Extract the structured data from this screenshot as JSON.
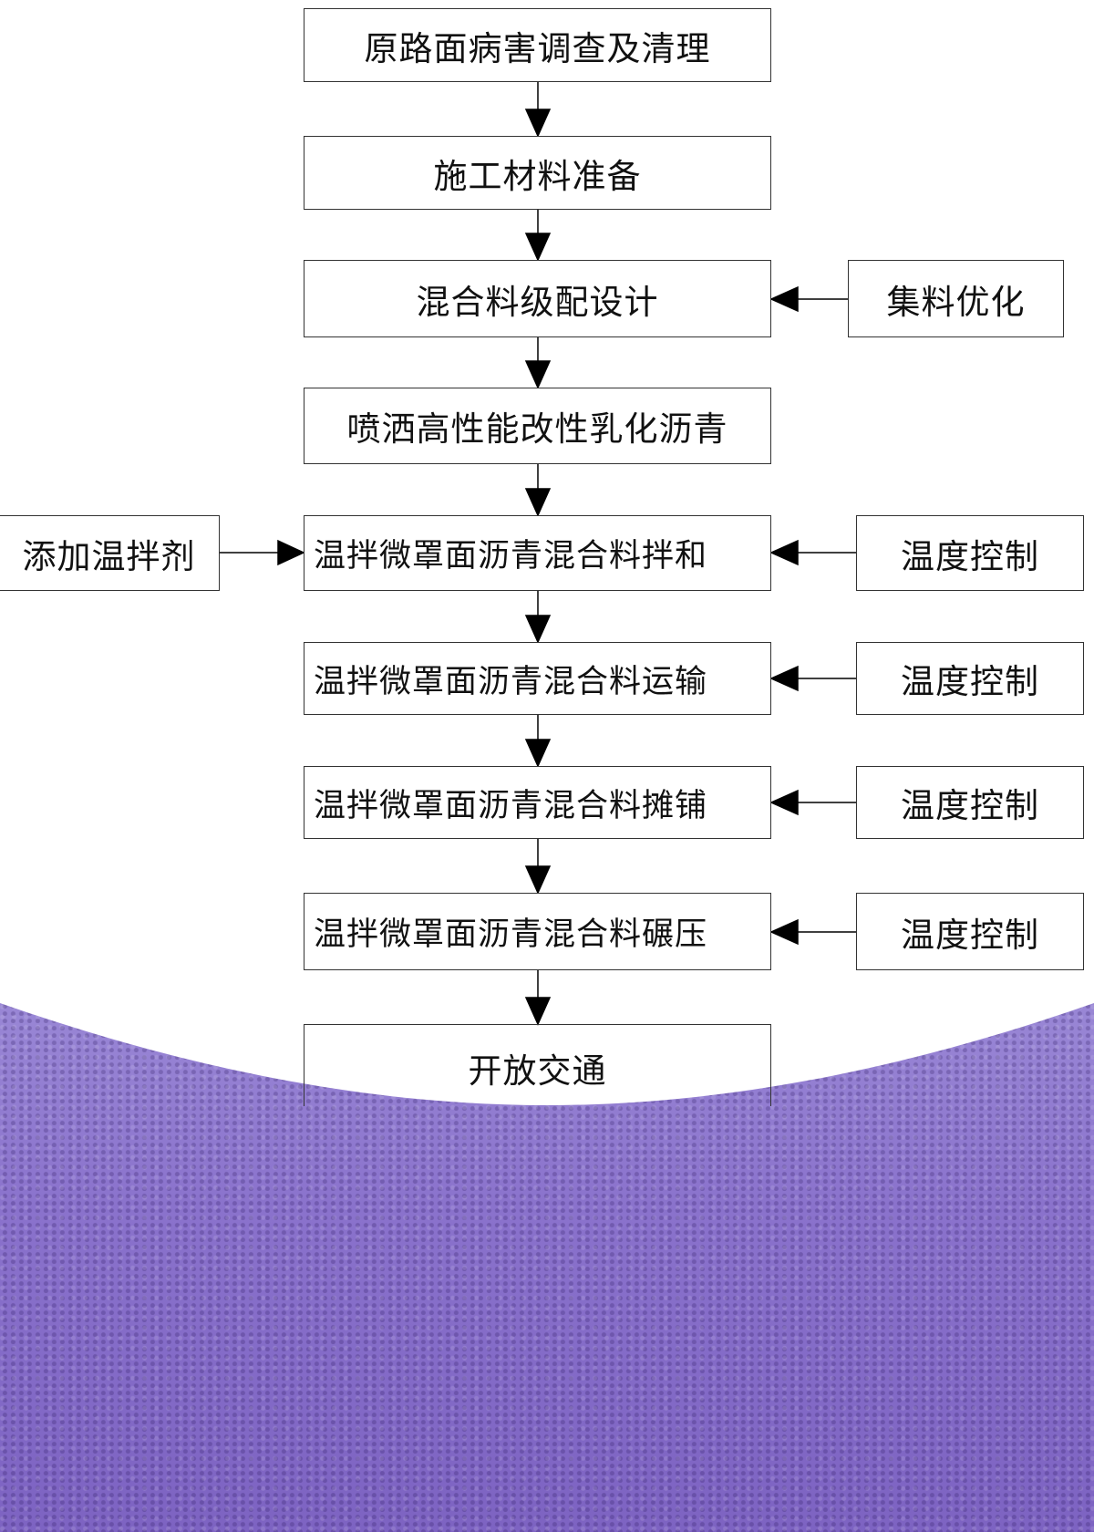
{
  "main_steps": [
    "原路面病害调查及清理",
    "施工材料准备",
    "混合料级配设计",
    "喷洒高性能改性乳化沥青",
    "温拌微罩面沥青混合料拌和",
    "温拌微罩面沥青混合料运输",
    "温拌微罩面沥青混合料摊铺",
    "温拌微罩面沥青混合料碾压",
    "开放交通"
  ],
  "side_inputs": {
    "aggregate": "集料优化",
    "additive": "添加温拌剂",
    "temp1": "温度控制",
    "temp2": "温度控制",
    "temp3": "温度控制",
    "temp4": "温度控制"
  },
  "colors": {
    "pavement": "#8a72cc"
  }
}
